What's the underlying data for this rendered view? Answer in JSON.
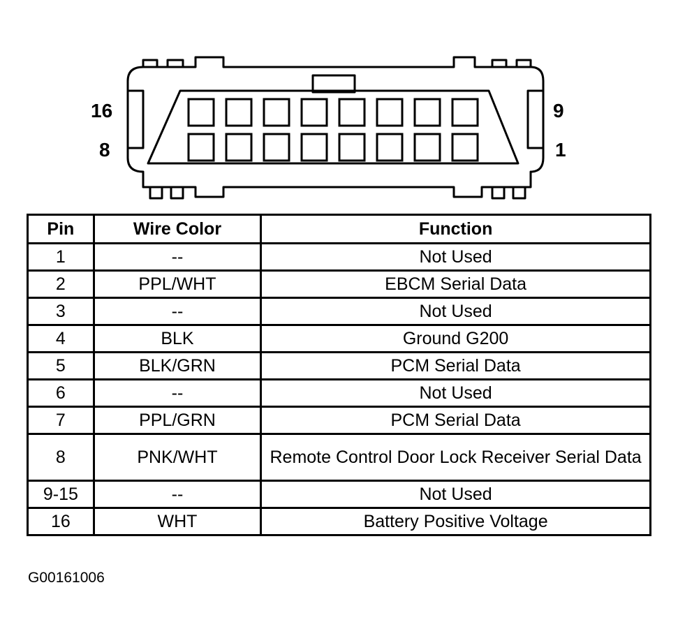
{
  "connector": {
    "pin_labels": {
      "top_left": "16",
      "bottom_left": "8",
      "top_right": "9",
      "bottom_right": "1"
    }
  },
  "table": {
    "headers": [
      "Pin",
      "Wire Color",
      "Function"
    ],
    "rows": [
      {
        "pin": "1",
        "wire_color": "--",
        "function": "Not Used"
      },
      {
        "pin": "2",
        "wire_color": "PPL/WHT",
        "function": "EBCM Serial Data"
      },
      {
        "pin": "3",
        "wire_color": "--",
        "function": "Not Used"
      },
      {
        "pin": "4",
        "wire_color": "BLK",
        "function": "Ground G200"
      },
      {
        "pin": "5",
        "wire_color": "BLK/GRN",
        "function": "PCM Serial Data"
      },
      {
        "pin": "6",
        "wire_color": "--",
        "function": "Not Used"
      },
      {
        "pin": "7",
        "wire_color": "PPL/GRN",
        "function": "PCM Serial Data"
      },
      {
        "pin": "8",
        "wire_color": "PNK/WHT",
        "function": "Remote Control Door Lock Receiver Serial Data"
      },
      {
        "pin": "9-15",
        "wire_color": "--",
        "function": "Not Used"
      },
      {
        "pin": "16",
        "wire_color": "WHT",
        "function": "Battery Positive Voltage"
      }
    ]
  },
  "figure_code": "G00161006"
}
